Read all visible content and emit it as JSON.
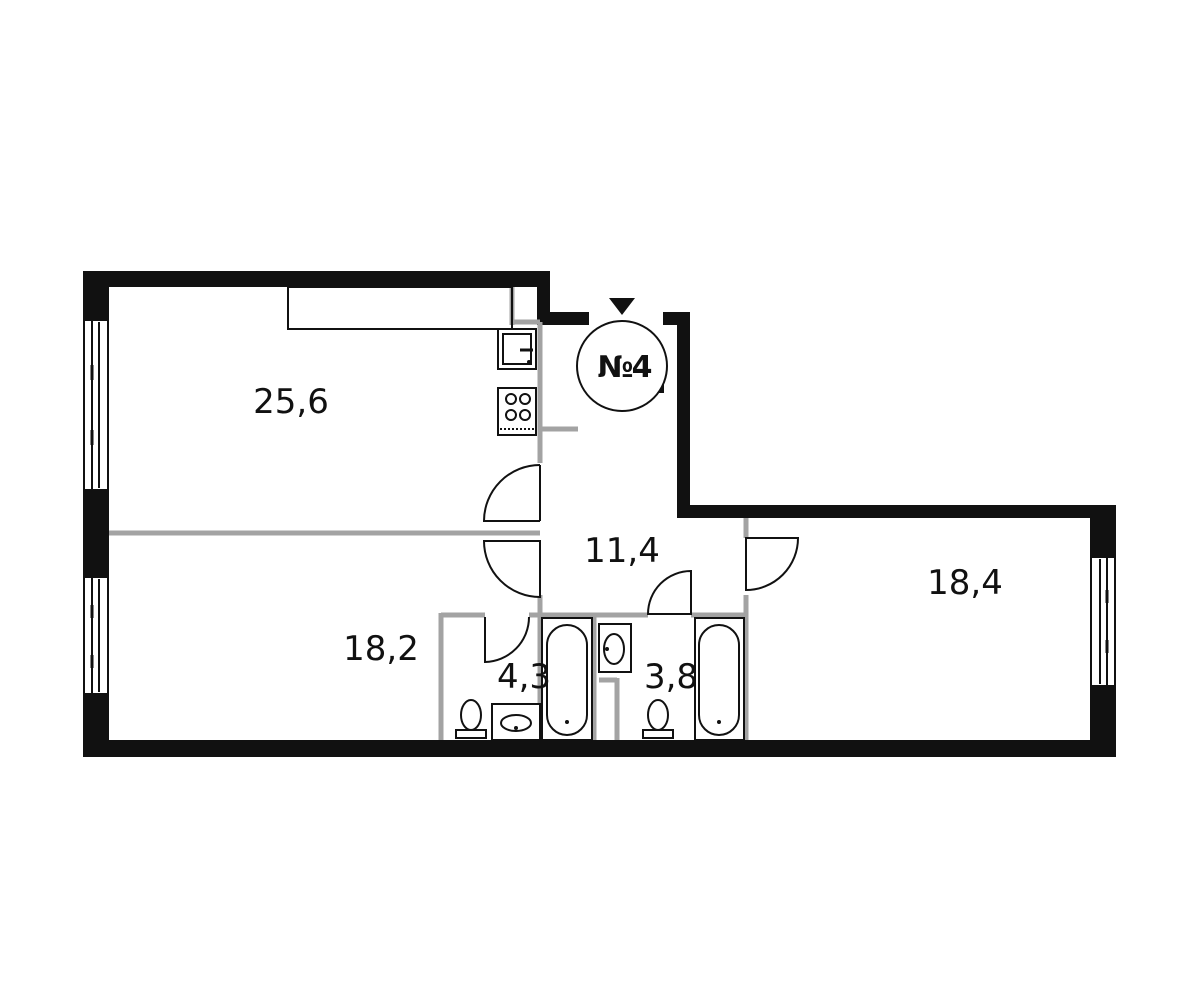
{
  "plan": {
    "apartment_number": "№4",
    "rooms": [
      {
        "id": "living-kitchen",
        "area": "25,6"
      },
      {
        "id": "hallway",
        "area": "11,4"
      },
      {
        "id": "bedroom-right",
        "area": "18,4"
      },
      {
        "id": "bedroom-left",
        "area": "18,2"
      },
      {
        "id": "bathroom-1",
        "area": "4,3"
      },
      {
        "id": "bathroom-2",
        "area": "3,8"
      }
    ]
  },
  "colors": {
    "wall": "#111111",
    "partition": "#a3a3a3",
    "background": "#ffffff"
  }
}
